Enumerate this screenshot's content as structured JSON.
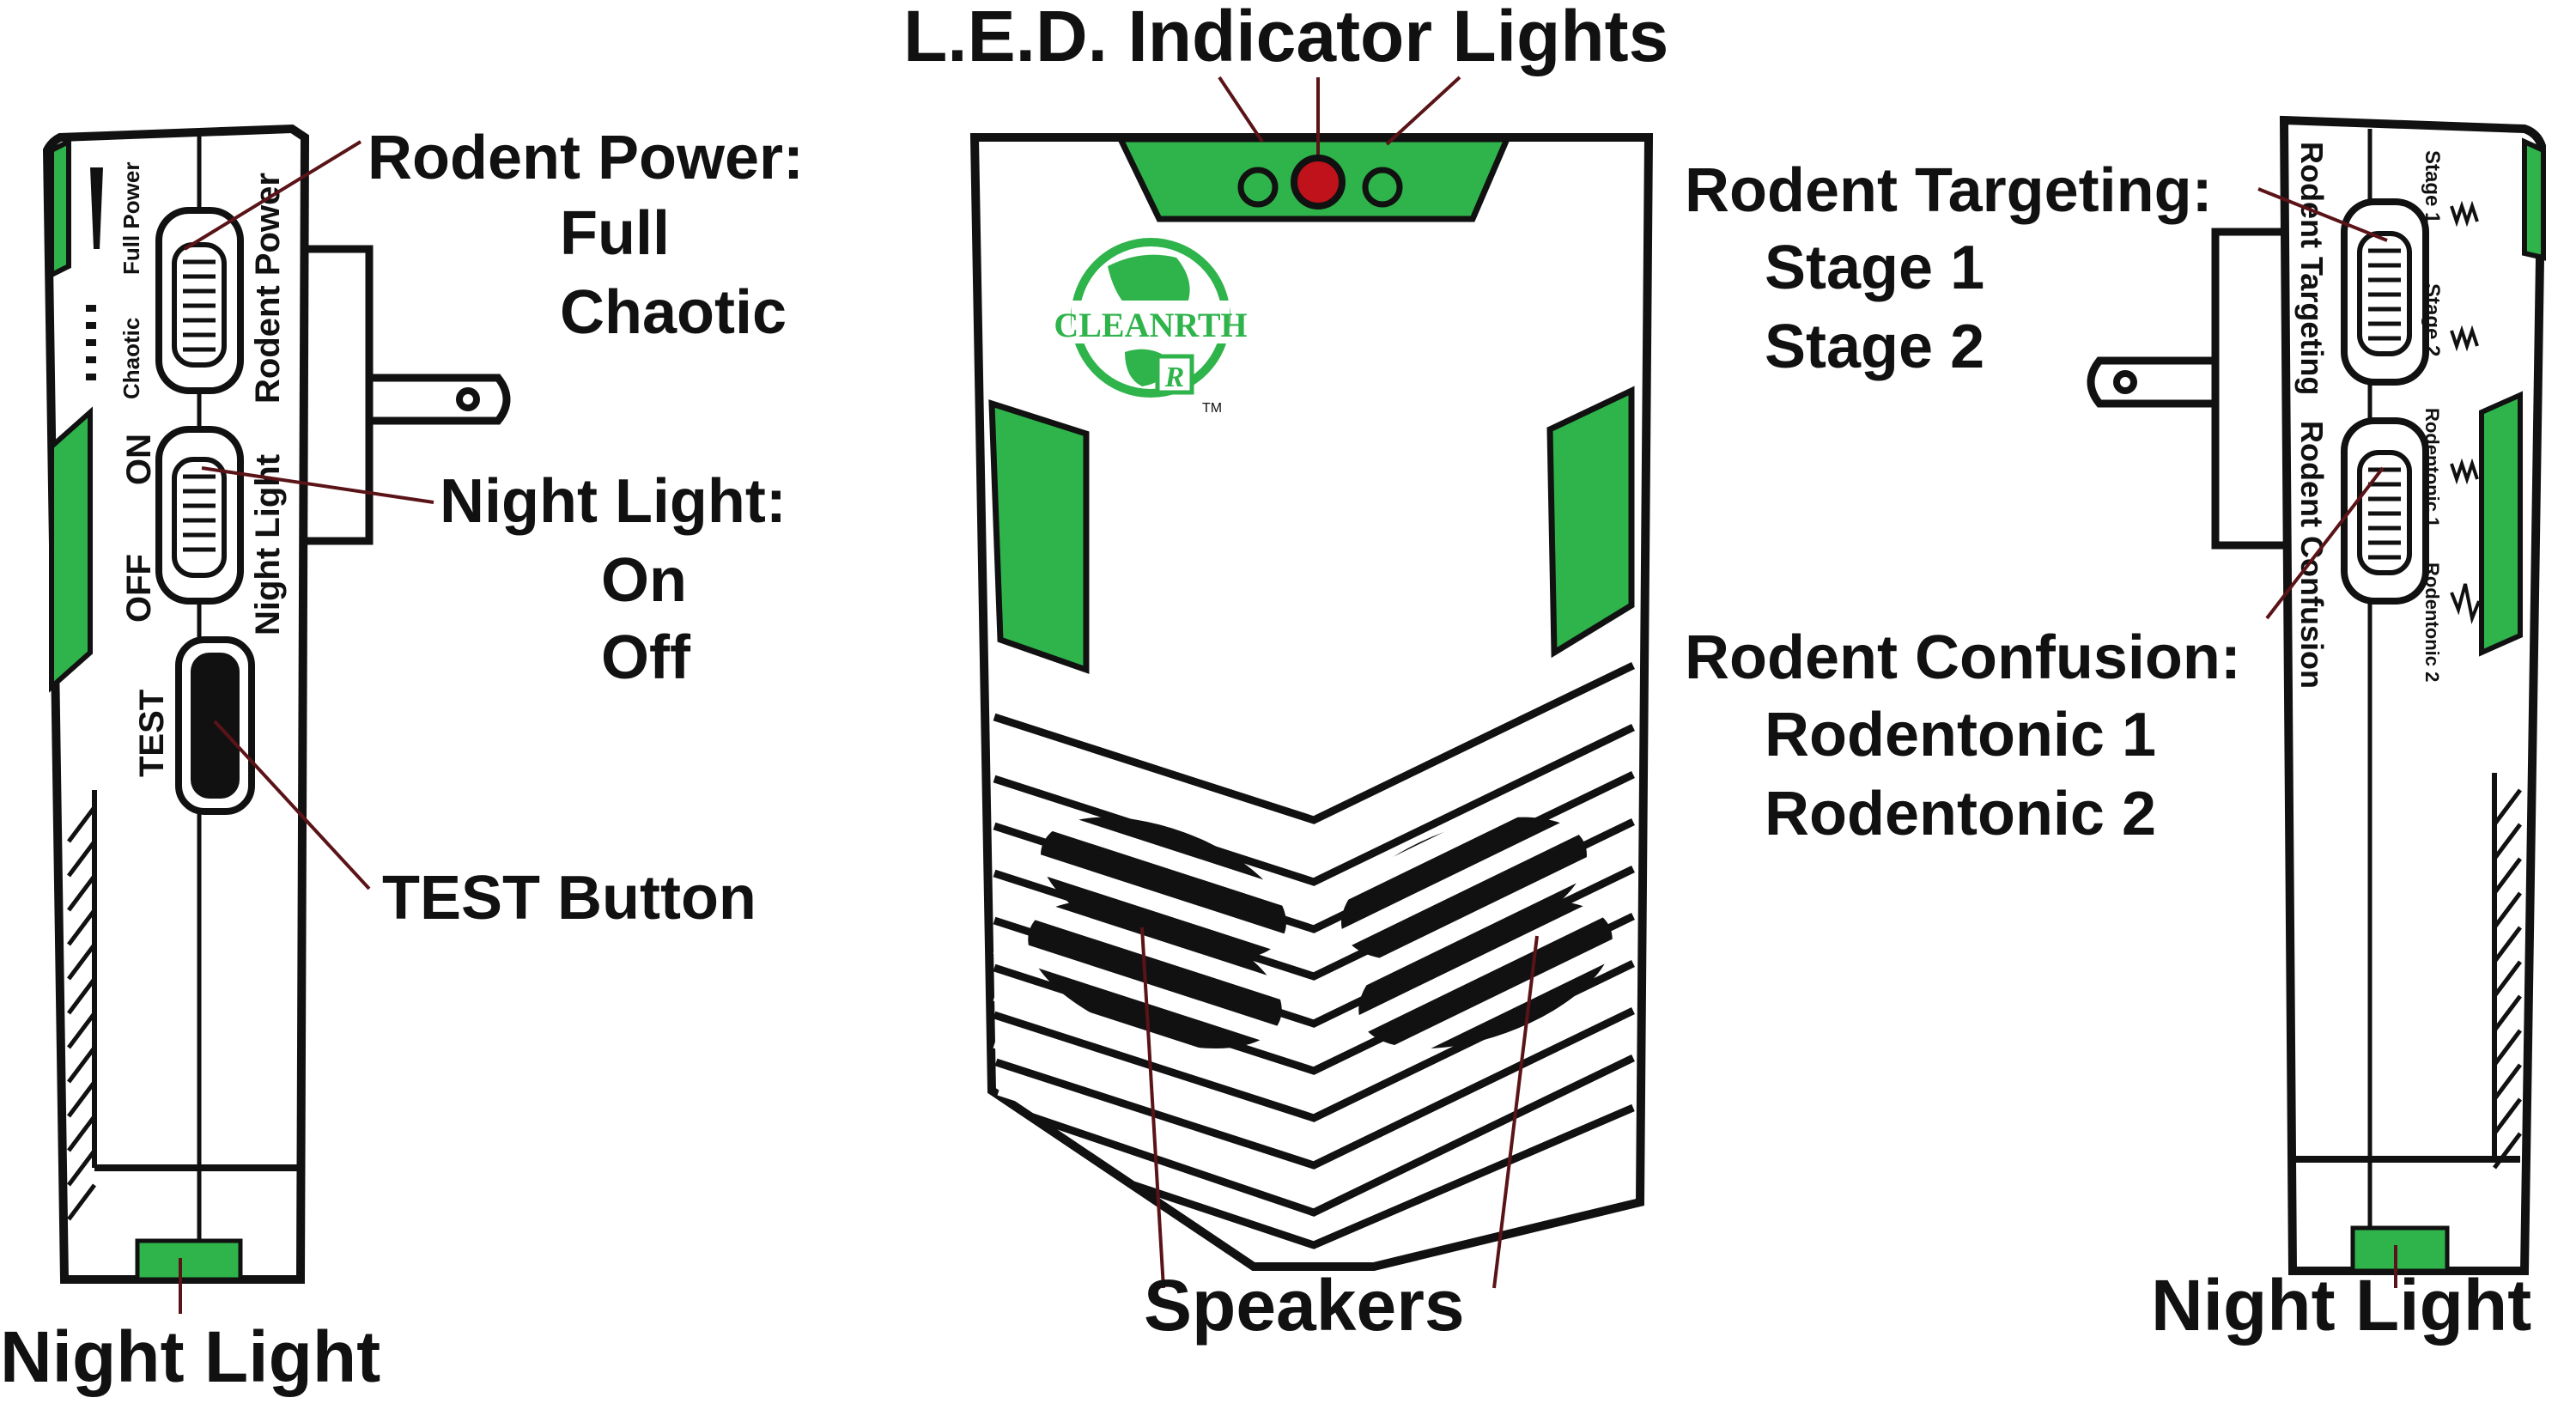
{
  "colors": {
    "green": "#2fb34b",
    "red": "#c0121a",
    "outline": "#111111",
    "leader": "#5a1418"
  },
  "labels": {
    "led": "L.E.D. Indicator Lights",
    "rodent_power": {
      "title": "Rodent Power:",
      "opt1": "Full",
      "opt2": "Chaotic"
    },
    "night_light_switch": {
      "title": "Night Light:",
      "opt1": "On",
      "opt2": "Off"
    },
    "test_button": "TEST Button",
    "night_light_left": "Night Light",
    "speakers": "Speakers",
    "night_light_right": "Night Light",
    "rodent_targeting": {
      "title": "Rodent Targeting:",
      "opt1": "Stage 1",
      "opt2": "Stage 2"
    },
    "rodent_confusion": {
      "title": "Rodent Confusion:",
      "opt1": "Rodentonic 1",
      "opt2": "Rodentonic 2"
    }
  },
  "left_device": {
    "full_power": "Full Power",
    "chaotic": "Chaotic",
    "rodent_power": "Rodent Power",
    "on": "ON",
    "off": "OFF",
    "night_light": "Night Light",
    "test": "TEST"
  },
  "right_device": {
    "rodent_targeting": "Rodent Targeting",
    "rodent_confusion": "Rodent Confusion",
    "stage1": "Stage 1",
    "stage2": "Stage 2",
    "rodentonic1": "Rodentonic 1",
    "rodentonic2": "Rodentonic 2"
  },
  "logo": {
    "name": "CLEANRTH",
    "mark": "R",
    "tm": "TM"
  }
}
